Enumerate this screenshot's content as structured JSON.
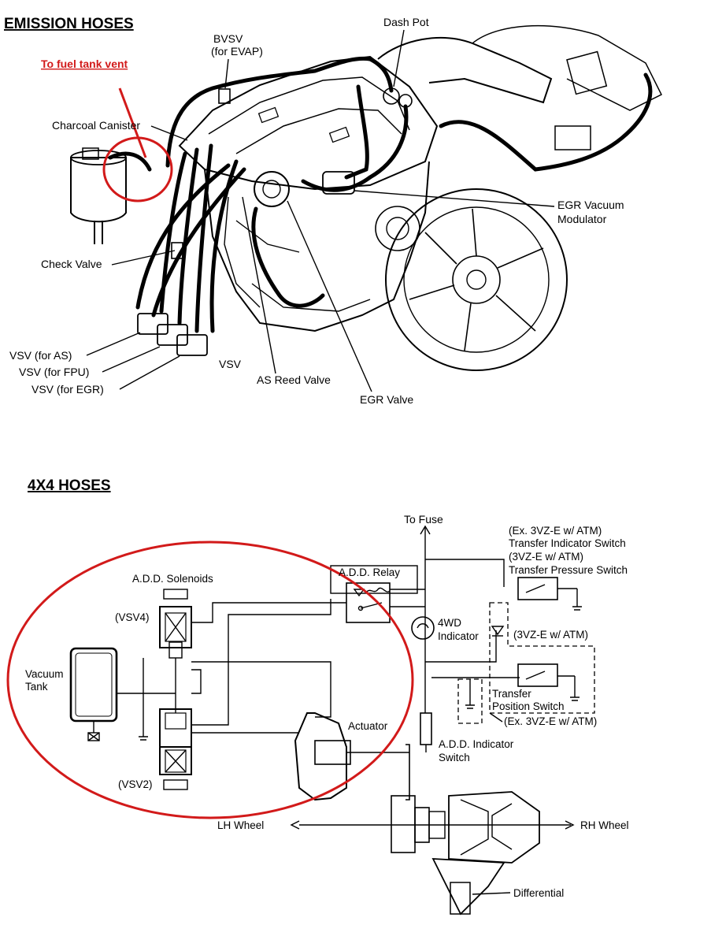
{
  "emission": {
    "title": "EMISSION HOSES",
    "fuel_tank_vent": "To fuel tank vent",
    "labels": {
      "dash_pot": "Dash Pot",
      "bvsv_1": "BVSV",
      "bvsv_2": "(for EVAP)",
      "charcoal_canister": "Charcoal Canister",
      "egr_vac_mod_1": "EGR Vacuum",
      "egr_vac_mod_2": "Modulator",
      "check_valve": "Check Valve",
      "vsv_as": "VSV (for AS)",
      "vsv_fpu": "VSV (for FPU)",
      "vsv_egr": "VSV (for EGR)",
      "vsv": "VSV",
      "as_reed_valve": "AS Reed Valve",
      "egr_valve": "EGR Valve"
    }
  },
  "four_by_four": {
    "title": "4X4 HOSES",
    "labels": {
      "to_fuse": "To Fuse",
      "ex_3vze_atm": "(Ex. 3VZ-E w/ ATM)",
      "transfer_indicator_switch": "Transfer Indicator Switch",
      "three_vze_atm_paren": "(3VZ-E w/ ATM)",
      "transfer_pressure_switch": "Transfer Pressure Switch",
      "add_relay": "A.D.D. Relay",
      "add_solenoids": "A.D.D. Solenoids",
      "vsv4": "(VSV4)",
      "vsv2": "(VSV2)",
      "wd_indicator_1": "4WD",
      "wd_indicator_2": "Indicator",
      "three_vze_atm_mid": "(3VZ-E w/ ATM)",
      "vacuum_tank_1": "Vacuum",
      "vacuum_tank_2": "Tank",
      "transfer_pos_1": "Transfer",
      "transfer_pos_2": "Position Switch",
      "ex_3vze_atm_bottom": "(Ex. 3VZ-E w/ ATM)",
      "actuator": "Actuator",
      "add_ind_switch_1": "A.D.D. Indicator",
      "add_ind_switch_2": "Switch",
      "lh_wheel": "LH Wheel",
      "rh_wheel": "RH Wheel",
      "differential": "Differential"
    }
  },
  "colors": {
    "highlight_red": "#d21a1a",
    "ink": "#000000"
  }
}
